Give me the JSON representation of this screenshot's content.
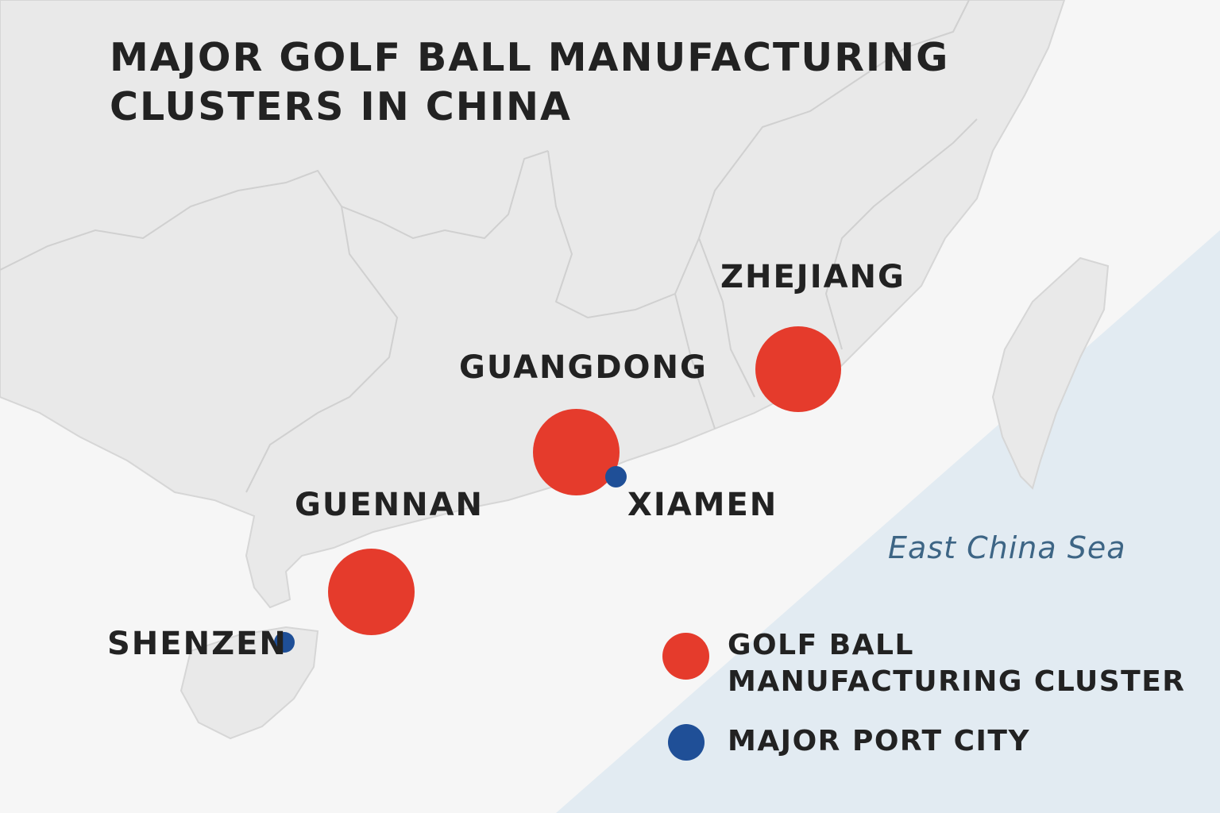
{
  "title": {
    "line1": "MAJOR GOLF BALL MANUFACTURING",
    "line2": "CLUSTERS IN CHINA"
  },
  "clusters": [
    {
      "name": "ZHEJIANG"
    },
    {
      "name": "GUANGDONG"
    },
    {
      "name": "GUENNAN"
    }
  ],
  "ports": [
    {
      "name": "XIAMEN"
    },
    {
      "name": "SHENZEN"
    }
  ],
  "sea_label": "East China Sea",
  "legend": {
    "cluster_line1": "GOLF BALL",
    "cluster_line2": "MANUFACTURING CLUSTER",
    "port": "MAJOR PORT CITY"
  },
  "colors": {
    "cluster": "#e53b2c",
    "port": "#1f4f97",
    "land": "#e9e9e9",
    "ocean": "#e1ebf2"
  }
}
